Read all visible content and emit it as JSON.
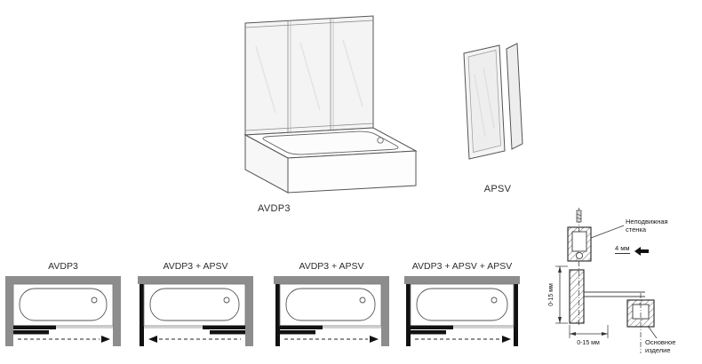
{
  "products": {
    "avdp3": {
      "label": "AVDP3"
    },
    "apsv": {
      "label": "APSV"
    }
  },
  "configurations": [
    {
      "label": "AVDP3"
    },
    {
      "label": "AVDP3 + APSV"
    },
    {
      "label": "AVDP3 + APSV"
    },
    {
      "label": "AVDP3 + APSV + APSV"
    }
  ],
  "installation_detail": {
    "fixed_wall_label": "Неподвижная стенка",
    "main_product_label": "Основное изделие",
    "glass_gap": "4 мм",
    "side_gap": "0-15 мм",
    "bottom_gap": "0-15 мм"
  },
  "colors": {
    "line": "#3c3c3c",
    "wall_gray": "#8d8d8d",
    "panel_black": "#111111",
    "glass_fill": "#f2f2f2"
  }
}
